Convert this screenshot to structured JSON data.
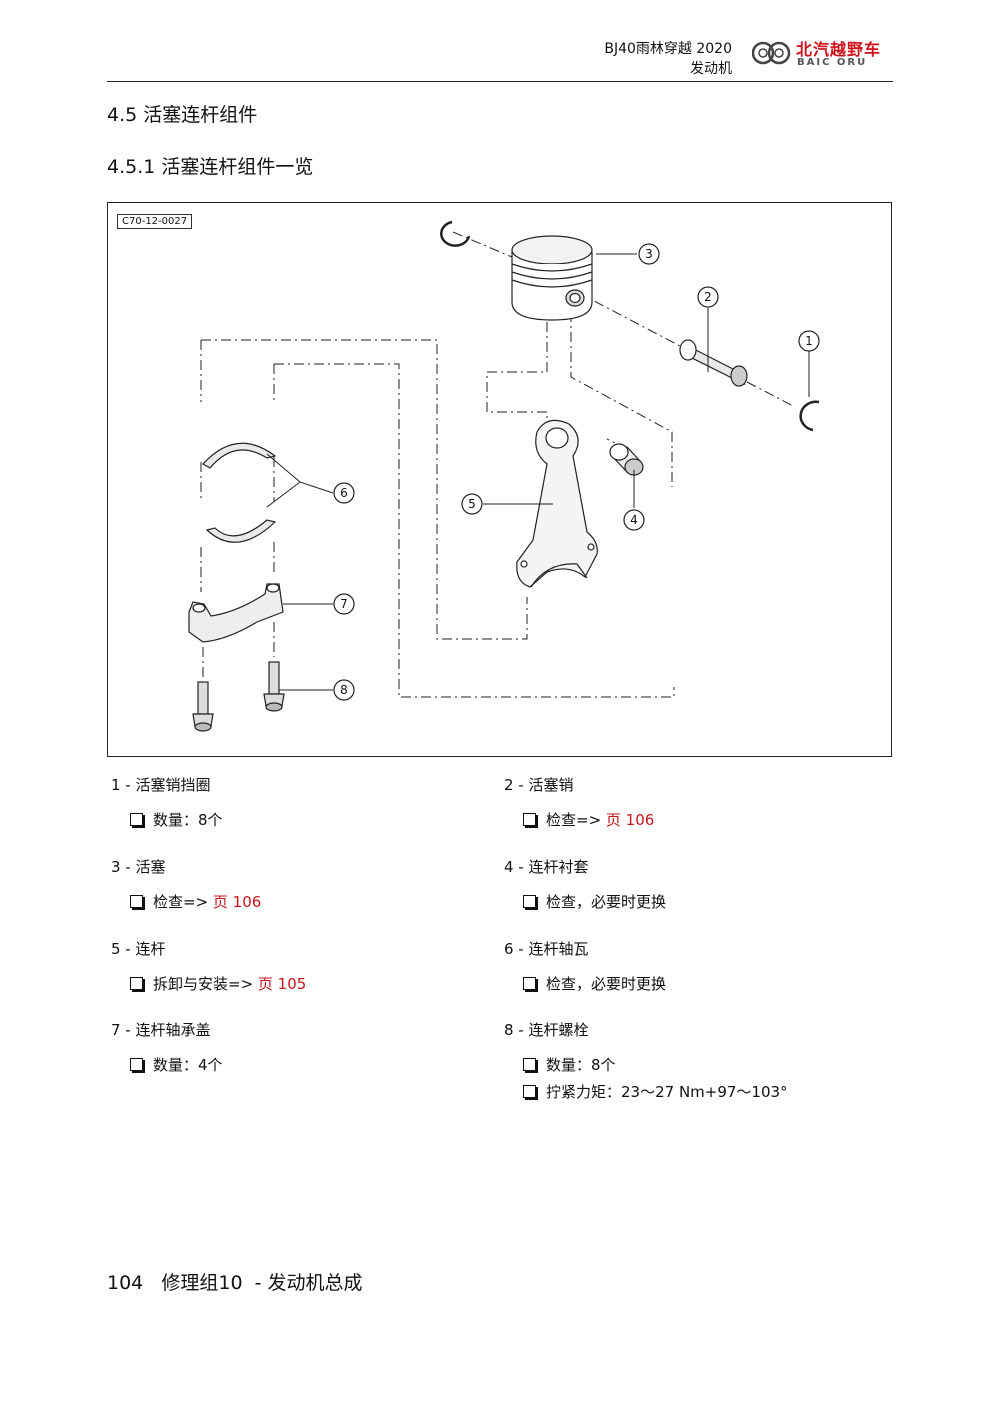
{
  "header": {
    "model": "BJ40雨林穿越 2020",
    "section": "发动机",
    "logo_cn": "北汽越野车",
    "logo_en": "BAIC ORU"
  },
  "headings": {
    "h1": "4.5  活塞连杆组件",
    "h2": "4.5.1  活塞连杆组件一览"
  },
  "figure": {
    "ref": "C70-12-0027",
    "callouts": [
      "1",
      "2",
      "3",
      "4",
      "5",
      "6",
      "7",
      "8"
    ]
  },
  "items": [
    {
      "title": "1 - 活塞销挡圈",
      "checks": [
        {
          "text": "数量：8个"
        }
      ]
    },
    {
      "title": "2 - 活塞销",
      "checks": [
        {
          "text": "检查=> ",
          "link": "页 106"
        }
      ]
    },
    {
      "title": "3 - 活塞",
      "checks": [
        {
          "text": "检查=> ",
          "link": "页 106"
        }
      ]
    },
    {
      "title": "4 - 连杆衬套",
      "checks": [
        {
          "text": "检查，必要时更换"
        }
      ]
    },
    {
      "title": "5 - 连杆",
      "checks": [
        {
          "text": "拆卸与安装=> ",
          "link": "页 105"
        }
      ]
    },
    {
      "title": "6 - 连杆轴瓦",
      "checks": [
        {
          "text": "检查，必要时更换"
        }
      ]
    },
    {
      "title": "7 - 连杆轴承盖",
      "checks": [
        {
          "text": "数量：4个"
        }
      ]
    },
    {
      "title": "8 - 连杆螺栓",
      "checks": [
        {
          "text": "数量：8个"
        },
        {
          "text": "拧紧力矩：23～27 Nm+97～103°"
        }
      ]
    }
  ],
  "footer": "104   修理组10  - 发动机总成",
  "colors": {
    "link": "#c8141b",
    "brand": "#d0101b"
  }
}
